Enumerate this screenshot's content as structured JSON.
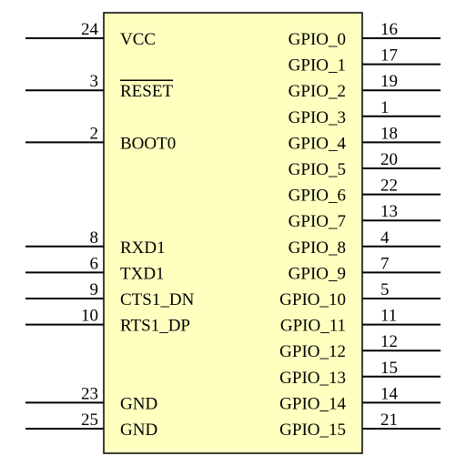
{
  "colors": {
    "body_fill": "#ffffc0",
    "body_stroke": "#000000",
    "pin_stroke": "#000000",
    "text": "#000000"
  },
  "pins": {
    "left": [
      {
        "number": "24",
        "name": "VCC"
      },
      {
        "number": "3",
        "name": "RESET",
        "active_low": true
      },
      {
        "number": "2",
        "name": "BOOT0"
      },
      {
        "number": "8",
        "name": "RXD1"
      },
      {
        "number": "6",
        "name": "TXD1"
      },
      {
        "number": "9",
        "name": "CTS1_DN"
      },
      {
        "number": "10",
        "name": "RTS1_DP"
      },
      {
        "number": "23",
        "name": "GND"
      },
      {
        "number": "25",
        "name": "GND"
      }
    ],
    "right": [
      {
        "number": "16",
        "name": "GPIO_0"
      },
      {
        "number": "17",
        "name": "GPIO_1"
      },
      {
        "number": "19",
        "name": "GPIO_2"
      },
      {
        "number": "1",
        "name": "GPIO_3"
      },
      {
        "number": "18",
        "name": "GPIO_4"
      },
      {
        "number": "20",
        "name": "GPIO_5"
      },
      {
        "number": "22",
        "name": "GPIO_6"
      },
      {
        "number": "13",
        "name": "GPIO_7"
      },
      {
        "number": "4",
        "name": "GPIO_8"
      },
      {
        "number": "7",
        "name": "GPIO_9"
      },
      {
        "number": "5",
        "name": "GPIO_10"
      },
      {
        "number": "11",
        "name": "GPIO_11"
      },
      {
        "number": "12",
        "name": "GPIO_12"
      },
      {
        "number": "15",
        "name": "GPIO_13"
      },
      {
        "number": "14",
        "name": "GPIO_14"
      },
      {
        "number": "21",
        "name": "GPIO_15"
      }
    ]
  }
}
